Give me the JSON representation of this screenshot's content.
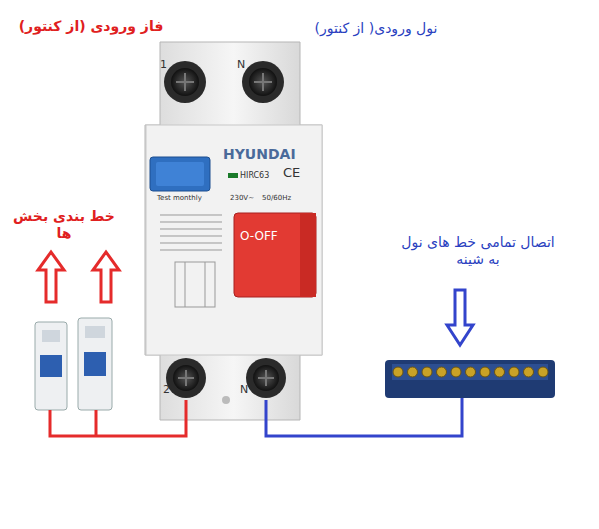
{
  "diagram": {
    "labels": [
      "فاز ورودی (از کنتور)",
      "نول ورودی( از کنتور)",
      "خط بندی بخش ها",
      "اتصال تمامی خط های نول به شینه",
      "1",
      "N",
      "2",
      "N",
      "HYUNDAI",
      "HIRC63",
      "CE",
      "Test monthly",
      "O-OFF",
      "230V~",
      "50/60Hz"
    ]
  }
}
